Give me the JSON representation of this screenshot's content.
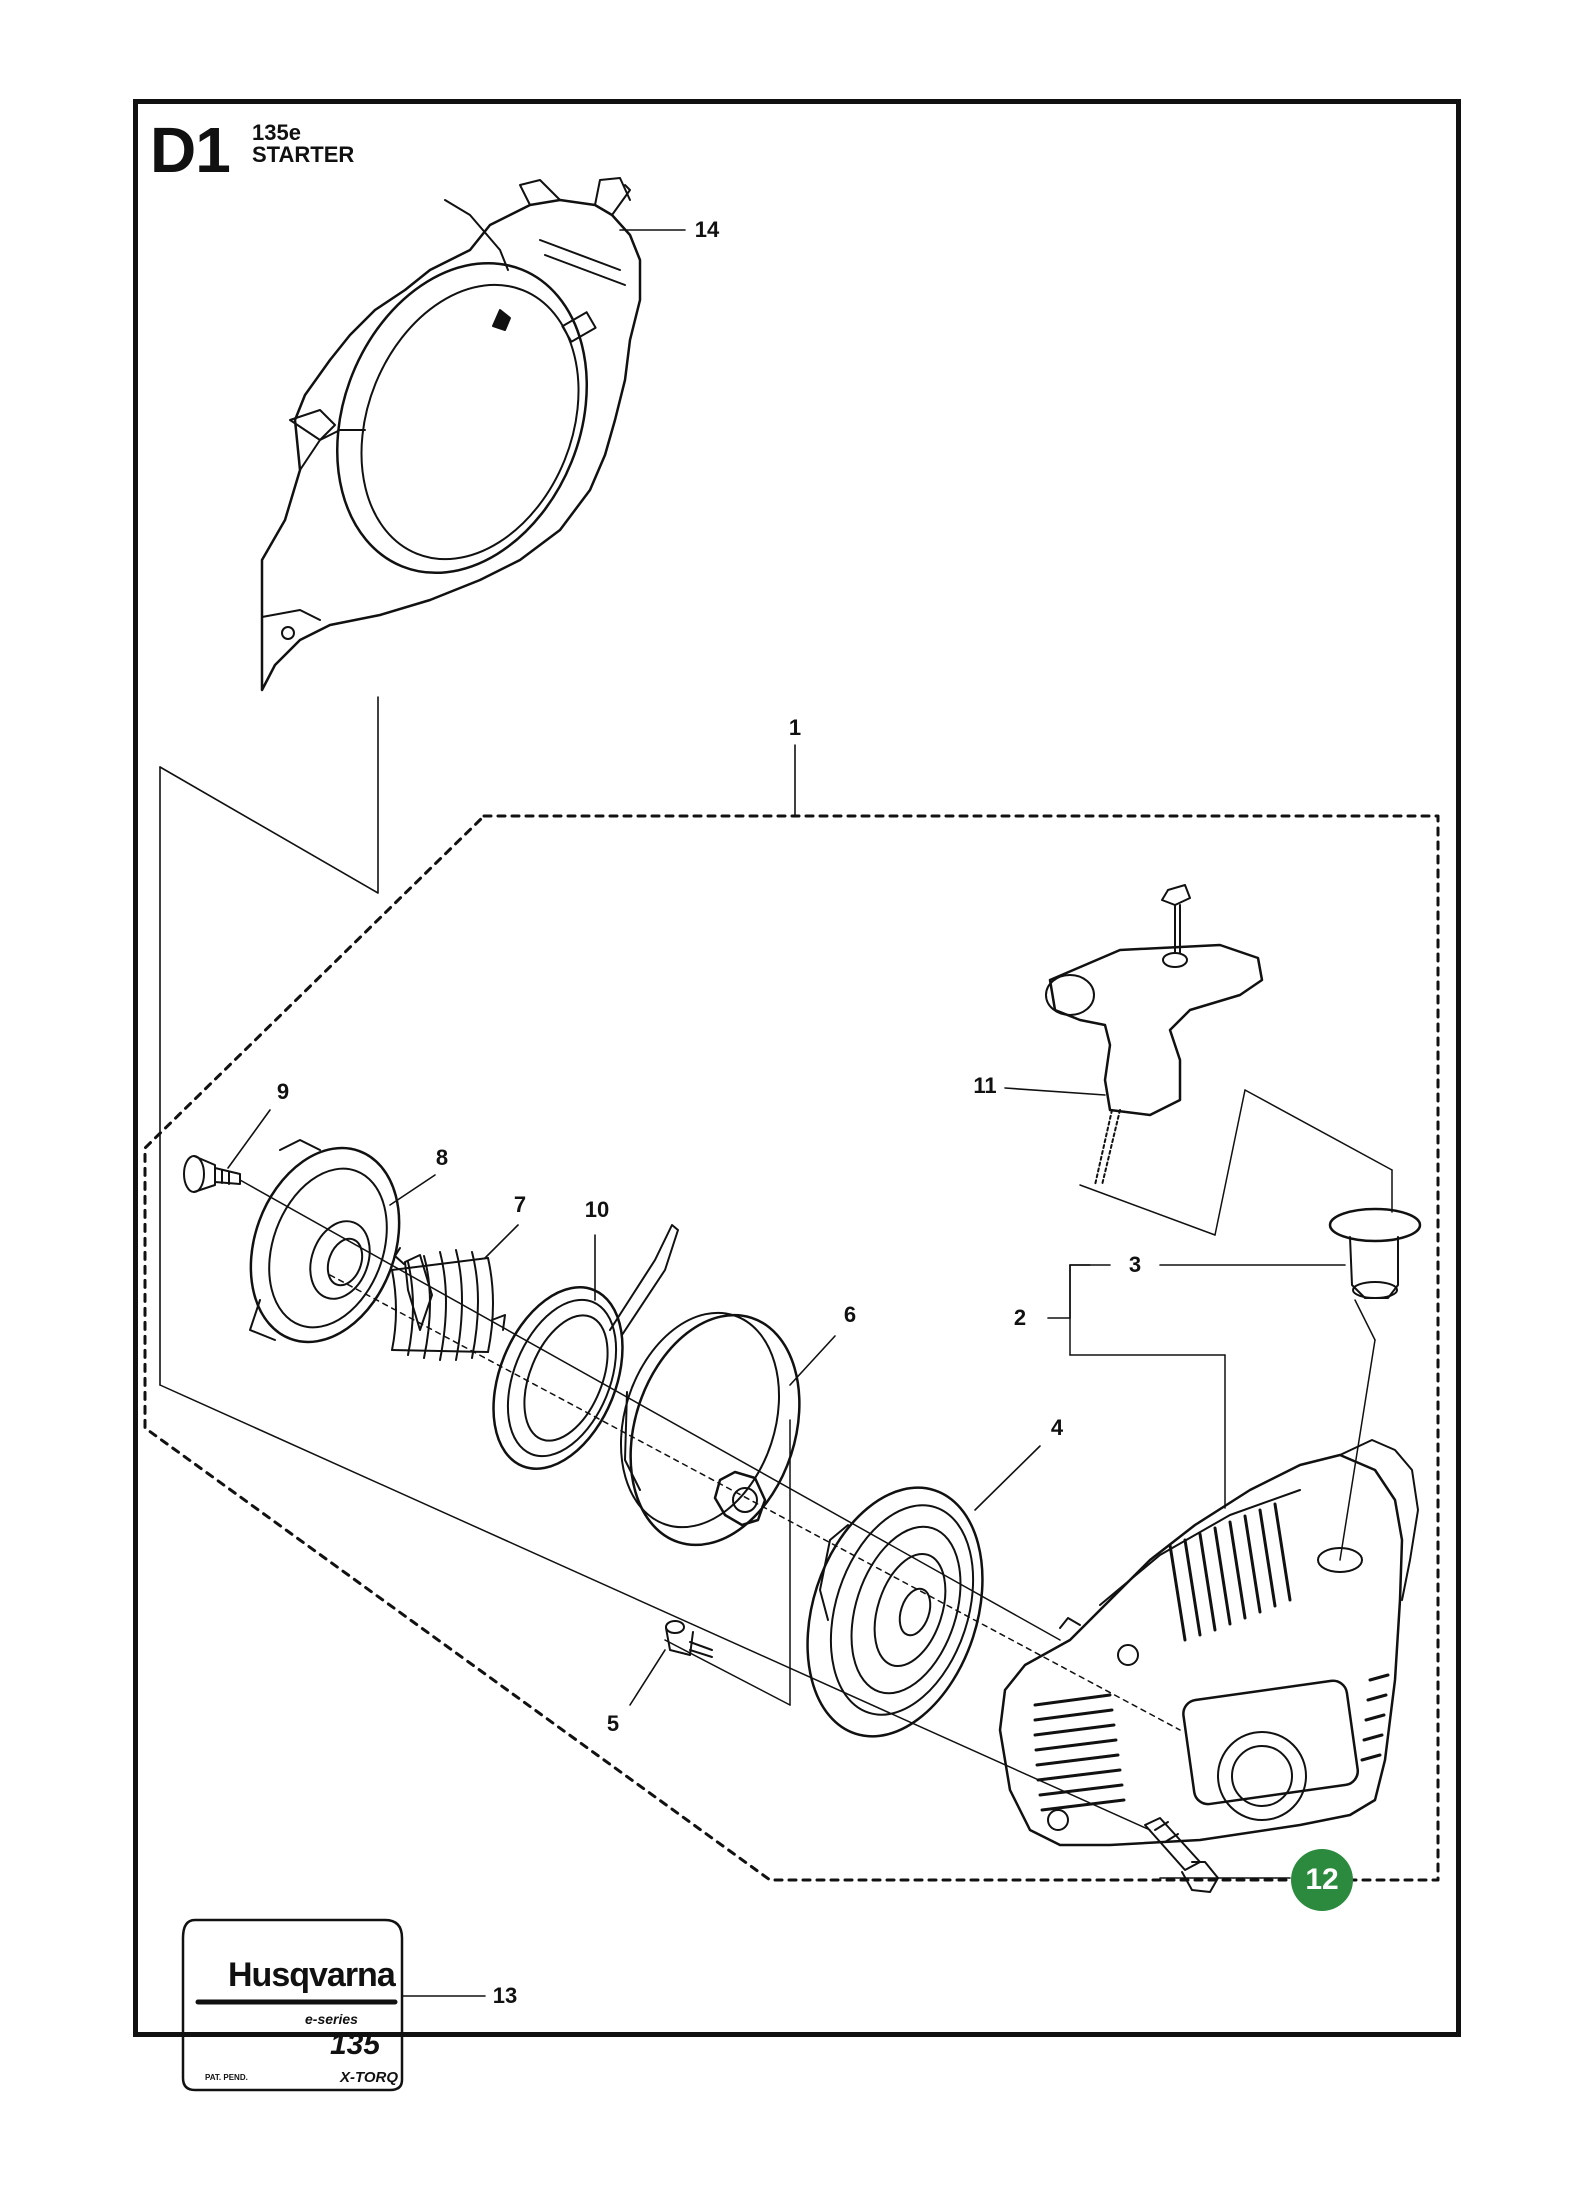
{
  "header": {
    "section_code": "D1",
    "model": "135e",
    "section_name": "STARTER"
  },
  "callouts": [
    {
      "id": "1",
      "label": "1",
      "highlight": false
    },
    {
      "id": "2",
      "label": "2",
      "highlight": false
    },
    {
      "id": "3",
      "label": "3",
      "highlight": false
    },
    {
      "id": "4",
      "label": "4",
      "highlight": false
    },
    {
      "id": "5",
      "label": "5",
      "highlight": false
    },
    {
      "id": "6",
      "label": "6",
      "highlight": false
    },
    {
      "id": "7",
      "label": "7",
      "highlight": false
    },
    {
      "id": "8",
      "label": "8",
      "highlight": false
    },
    {
      "id": "9",
      "label": "9",
      "highlight": false
    },
    {
      "id": "10",
      "label": "10",
      "highlight": false
    },
    {
      "id": "11",
      "label": "11",
      "highlight": false
    },
    {
      "id": "12",
      "label": "12",
      "highlight": true
    },
    {
      "id": "13",
      "label": "13",
      "highlight": false
    },
    {
      "id": "14",
      "label": "14",
      "highlight": false
    }
  ],
  "decal": {
    "brand": "Husqvarna",
    "series": "e-series",
    "model": "135",
    "patent": "PAT. PEND.",
    "tech": "X-TORQ"
  },
  "colors": {
    "line": "#111111",
    "highlight": "#2b8a3e"
  }
}
